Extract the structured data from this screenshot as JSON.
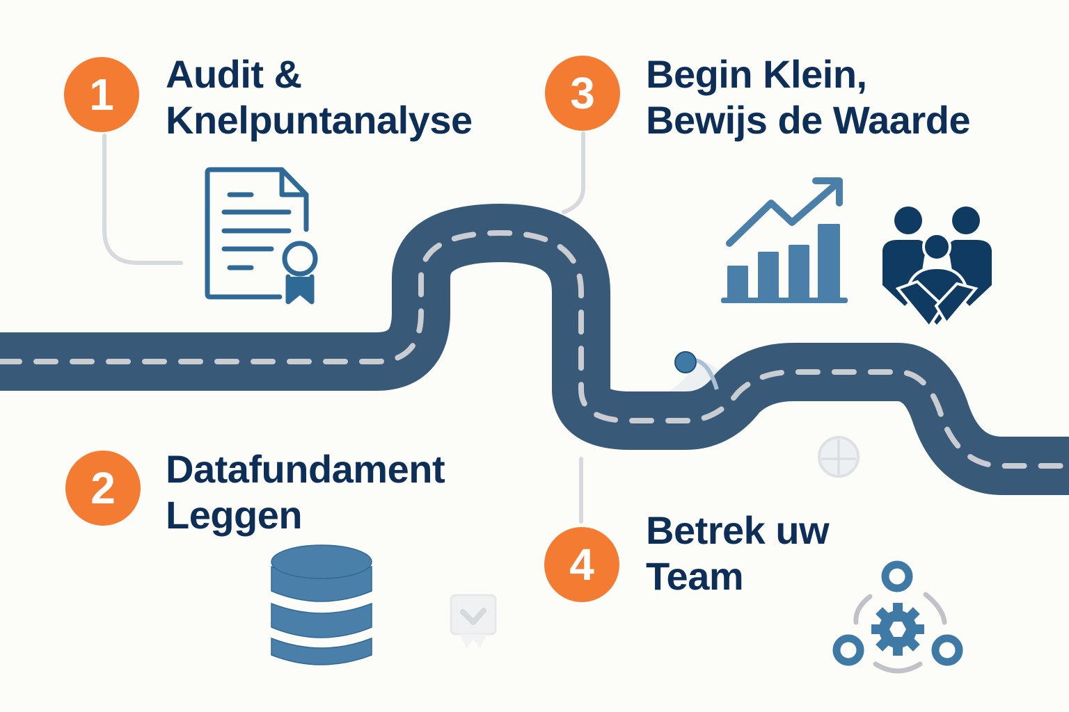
{
  "roadmap": {
    "colors": {
      "background": "#fcfcf8",
      "road": "#385a78",
      "road_dash": "#c9ccd1",
      "badge": "#f47c32",
      "badge_text": "#ffffff",
      "title_text": "#0d2f57",
      "icon_blue": "#3f79a6",
      "icon_navy": "#0f3a62",
      "connector": "#d6d9dd"
    },
    "steps": [
      {
        "number": "1",
        "title_line1": "Audit &",
        "title_line2": "Knelpuntanalyse",
        "icon": "document-certificate-icon"
      },
      {
        "number": "2",
        "title_line1": "Datafundament",
        "title_line2": "Leggen",
        "icon": "database-icon"
      },
      {
        "number": "3",
        "title_line1": "Begin Klein,",
        "title_line2": "Bewijs de Waarde",
        "icon": "growth-chart-icon",
        "secondary_icon": "team-handshake-icon"
      },
      {
        "number": "4",
        "title_line1": "Betrek uw",
        "title_line2": "Team",
        "icon": "team-gear-network-icon"
      }
    ],
    "decorations": [
      "location-pin-icon",
      "compass-icon",
      "badge-check-icon"
    ]
  }
}
